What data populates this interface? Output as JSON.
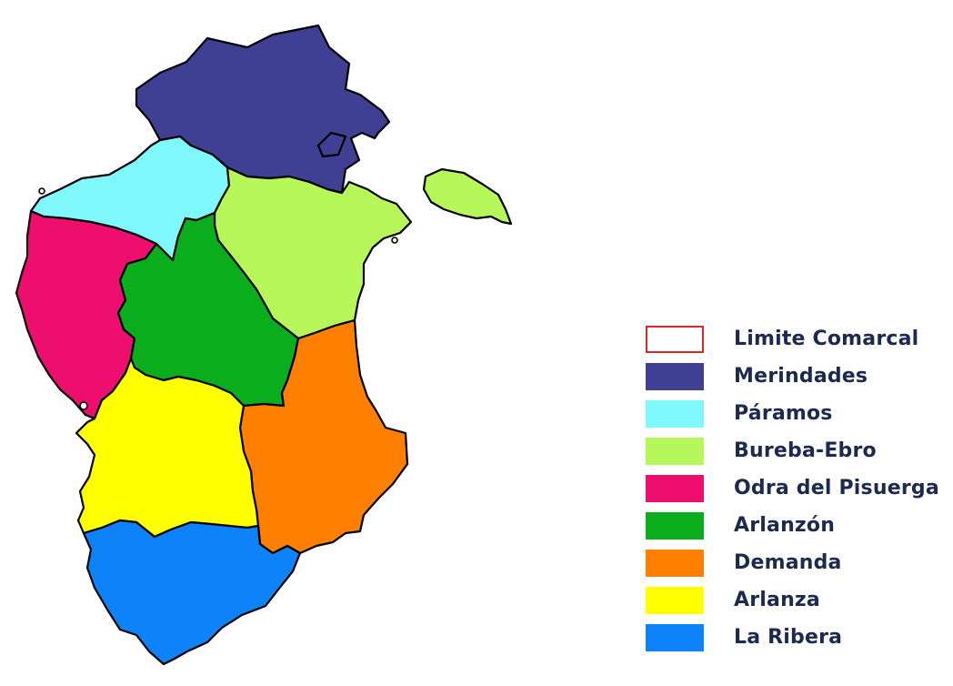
{
  "map": {
    "border_color": "#000000",
    "regions": [
      {
        "name": "merindades",
        "color": "#3f3f93"
      },
      {
        "name": "paramos",
        "color": "#7ff8fc"
      },
      {
        "name": "bureba-ebro",
        "color": "#b6f859"
      },
      {
        "name": "odra-del-pisuerga",
        "color": "#ee0e6e"
      },
      {
        "name": "arlanzon",
        "color": "#0aad1c"
      },
      {
        "name": "demanda",
        "color": "#ff7f00"
      },
      {
        "name": "arlanza",
        "color": "#ffff00"
      },
      {
        "name": "la-ribera",
        "color": "#0e82f8"
      }
    ]
  },
  "legend": {
    "items": [
      {
        "label": "Limite Comarcal",
        "color": "#ffffff",
        "border": "#d8282c"
      },
      {
        "label": "Merindades",
        "color": "#3f3f93"
      },
      {
        "label": "Páramos",
        "color": "#7ff8fc"
      },
      {
        "label": "Bureba-Ebro",
        "color": "#b6f859"
      },
      {
        "label": "Odra del Pisuerga",
        "color": "#ee0e6e"
      },
      {
        "label": "Arlanzón",
        "color": "#0aad1c"
      },
      {
        "label": "Demanda",
        "color": "#ff7f00"
      },
      {
        "label": "Arlanza",
        "color": "#ffff00"
      },
      {
        "label": "La Ribera",
        "color": "#0e82f8"
      }
    ]
  }
}
